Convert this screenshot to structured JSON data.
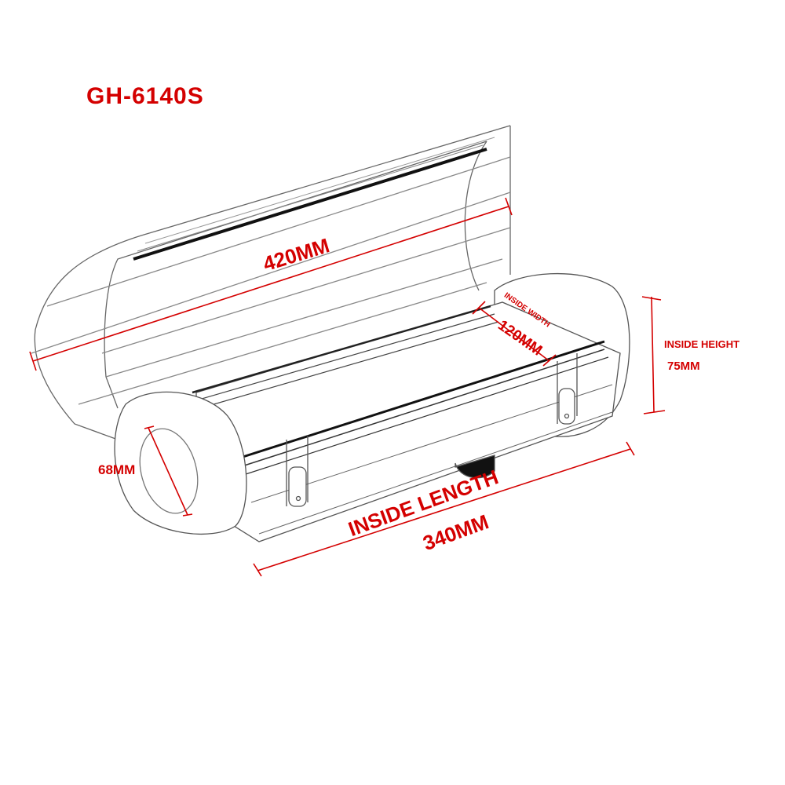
{
  "diagram": {
    "model": "GH-6140S",
    "accent_color": "#d40000",
    "line_color": "#555555",
    "subject": "open cylindrical case with clasp latches",
    "dimensions": {
      "overall_length": {
        "value": "420MM"
      },
      "inside_width": {
        "label": "INSIDE WIDTH",
        "value": "120MM"
      },
      "inside_height": {
        "label": "INSIDE HEIGHT",
        "value": "75MM"
      },
      "end_diameter": {
        "value": "68MM"
      },
      "inside_length": {
        "label": "INSIDE LENGTH",
        "value": "340MM"
      }
    }
  }
}
